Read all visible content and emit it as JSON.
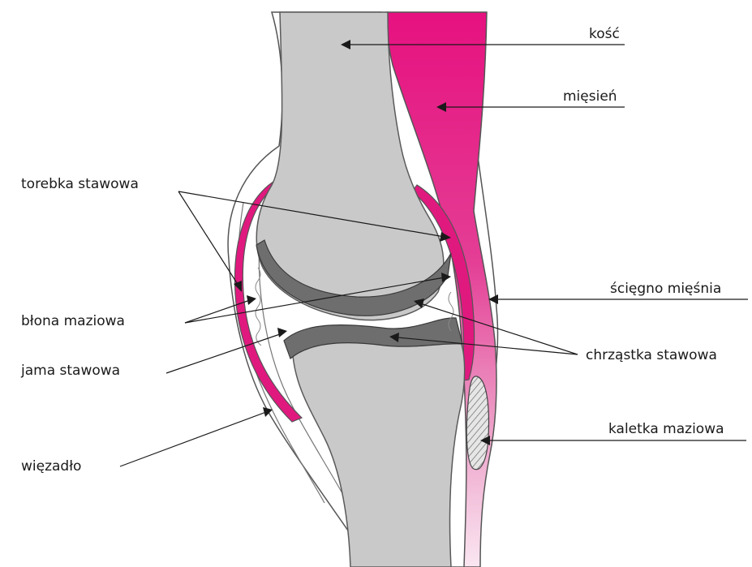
{
  "labels": {
    "kosc": "kość",
    "miesien": "mięsień",
    "torebka_stawowa": "torebka stawowa",
    "sciegno_miesnia": "ścięgno mięśnia",
    "blona_maziowa": "błona maziowa",
    "jama_stawowa": "jama stawowa",
    "chrzastka_stawowa": "chrząstka stawowa",
    "kaletka_maziowa": "kaletka maziowa",
    "wiezadlo": "więzadło"
  },
  "colors": {
    "bone": "#c9c9c9",
    "bone_outline": "#5a5a5a",
    "cartilage": "#6e6e6e",
    "muscle": "#e6117f",
    "synovial_membrane": "#e0197f",
    "capsule": "#f4f4f4",
    "bursa": "#b8b8b8",
    "line": "#1a1a1a"
  }
}
